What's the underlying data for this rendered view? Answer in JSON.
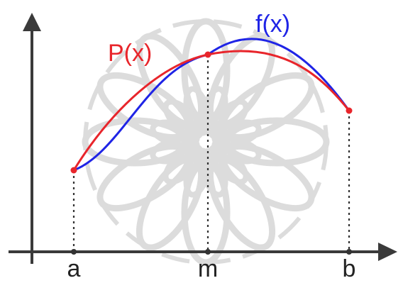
{
  "labels": {
    "curve_p": "P(x)",
    "curve_f": "f(x)",
    "tick_a": "a",
    "tick_m": "m",
    "tick_b": "b"
  },
  "colors": {
    "p_curve": "#e8252b",
    "f_curve": "#1f24e6",
    "axes": "#3a3a3a",
    "guides": "#333333",
    "watermark": "#d9d9d9"
  },
  "watermark": {
    "shape": "ornamental-rosette"
  }
}
